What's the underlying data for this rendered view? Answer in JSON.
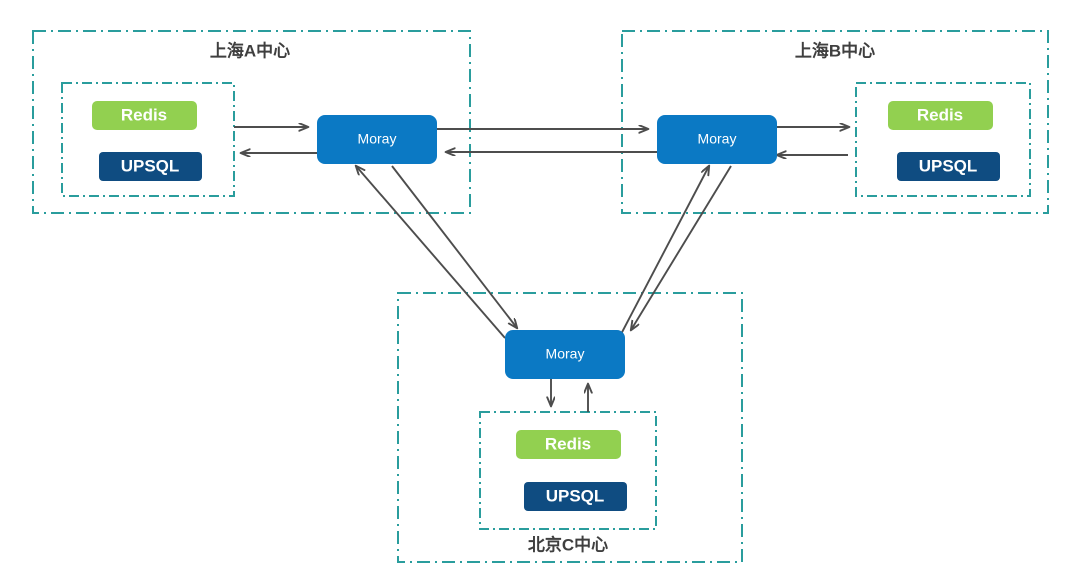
{
  "diagram": {
    "title_text_color": "#3f3f3f",
    "background": "#ffffff",
    "colors": {
      "moray_blue": "#0b79c4",
      "redis_green": "#92d050",
      "upsql_navy": "#0f4c81",
      "zone_border_teal": "#2a9d9d",
      "arrow_gray": "#4d4d4d"
    },
    "zones": [
      {
        "id": "shanghai-a",
        "title": "上海A中心",
        "title_position": "top",
        "node": {
          "label": "Moray",
          "type": "moray"
        },
        "services": [
          {
            "label": "Redis",
            "type": "redis"
          },
          {
            "label": "UPSQL",
            "type": "upsql"
          }
        ]
      },
      {
        "id": "shanghai-b",
        "title": "上海B中心",
        "title_position": "top",
        "node": {
          "label": "Moray",
          "type": "moray"
        },
        "services": [
          {
            "label": "Redis",
            "type": "redis"
          },
          {
            "label": "UPSQL",
            "type": "upsql"
          }
        ]
      },
      {
        "id": "beijing-c",
        "title": "北京C中心",
        "title_position": "bottom",
        "node": {
          "label": "Moray",
          "type": "moray"
        },
        "services": [
          {
            "label": "Redis",
            "type": "redis"
          },
          {
            "label": "UPSQL",
            "type": "upsql"
          }
        ]
      }
    ],
    "connections": [
      {
        "from": "shanghai-a-storage",
        "to": "shanghai-a-moray",
        "direction": "bidirectional"
      },
      {
        "from": "shanghai-b-moray",
        "to": "shanghai-b-storage",
        "direction": "bidirectional"
      },
      {
        "from": "shanghai-a-moray",
        "to": "shanghai-b-moray",
        "direction": "bidirectional"
      },
      {
        "from": "shanghai-a-moray",
        "to": "beijing-c-moray",
        "direction": "bidirectional"
      },
      {
        "from": "shanghai-b-moray",
        "to": "beijing-c-moray",
        "direction": "bidirectional"
      },
      {
        "from": "beijing-c-moray",
        "to": "beijing-c-storage",
        "direction": "bidirectional"
      }
    ]
  }
}
